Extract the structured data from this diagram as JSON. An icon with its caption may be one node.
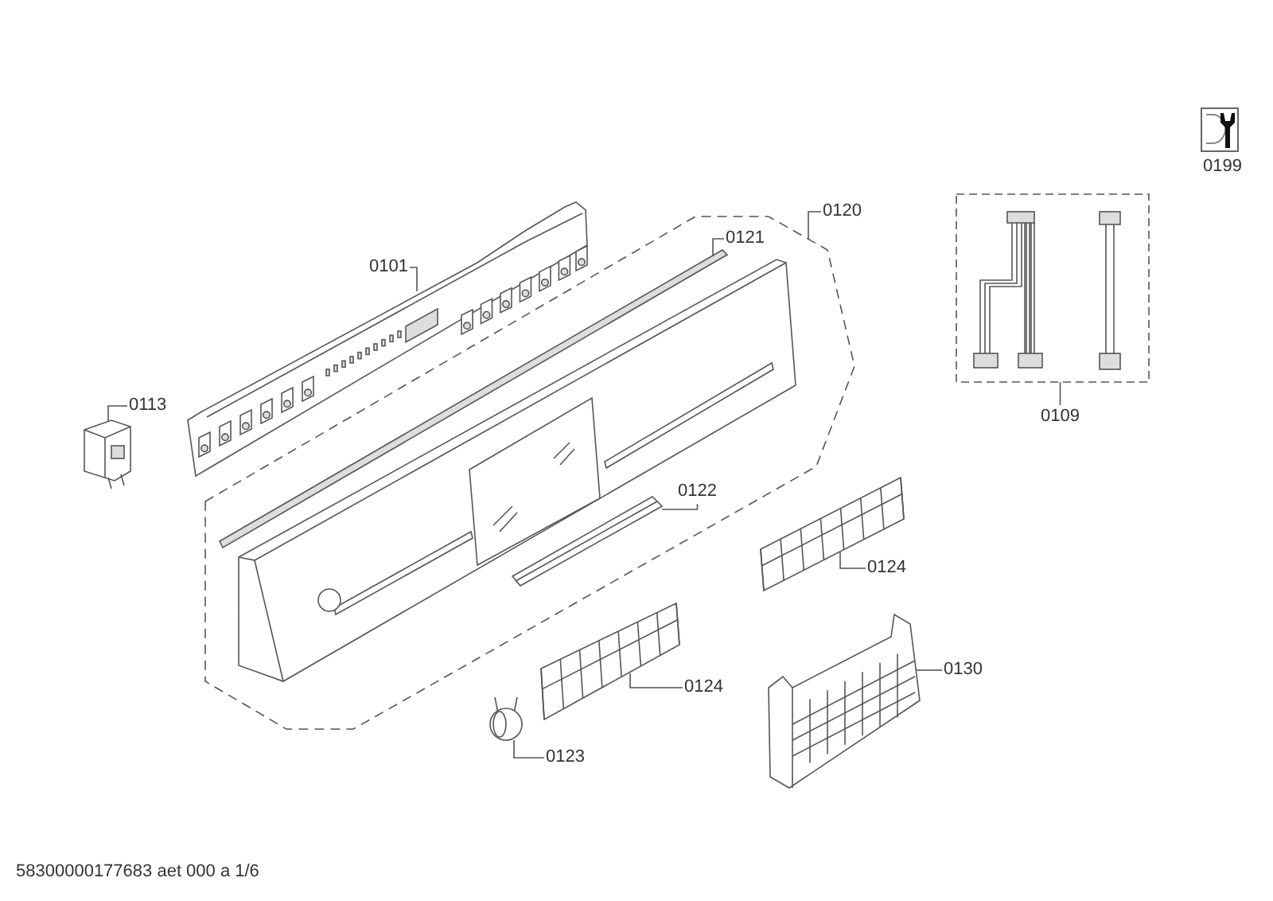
{
  "diagram": {
    "nodes": [
      {
        "text": [
          "0101"
        ]
      },
      {
        "text": [],
        "shape": "picture"
      },
      {
        "text": [
          "0121"
        ],
        "in": 4
      },
      {
        "text": [
          "0120"
        ]
      },
      {
        "text": [],
        "shape": "box"
      },
      {
        "text": [],
        "shape": "picture",
        "in": 4
      },
      {
        "text": [
          "0113"
        ]
      },
      {
        "text": [],
        "shape": "picture"
      },
      {
        "text": [
          "0122"
        ],
        "in": 4
      },
      {
        "text": [],
        "shape": "picture",
        "in": 4
      },
      {
        "text": [
          "0124"
        ]
      },
      {
        "text": [],
        "shape": "picture"
      },
      {
        "text": [
          "0130"
        ]
      },
      {
        "text": [],
        "shape": "picture"
      },
      {
        "text": [
          "0124"
        ]
      },
      {
        "text": [],
        "shape": "picture"
      },
      {
        "text": [
          "0123"
        ]
      },
      {
        "text": [],
        "shape": "picture"
      },
      {
        "text": [
          "0109"
        ]
      },
      {
        "text": [],
        "shape": "box"
      }
    ],
    "edges": [
      {
        "from": 0,
        "to": 1,
        "arrow": "none"
      },
      {
        "from": 2,
        "to": 5,
        "arrow": "none"
      },
      {
        "from": 3,
        "to": 4,
        "arrow": "none"
      },
      {
        "from": 6,
        "to": 7,
        "arrow": "none"
      },
      {
        "from": 8,
        "to": 9,
        "arrow": "none"
      },
      {
        "from": 10,
        "to": 11,
        "arrow": "none"
      },
      {
        "from": 12,
        "to": 13,
        "arrow": "none"
      },
      {
        "from": 14,
        "to": 15,
        "arrow": "none"
      },
      {
        "from": 16,
        "to": 17,
        "arrow": "none"
      },
      {
        "from": 18,
        "to": 19,
        "arrow": "none"
      }
    ],
    "labels": [
      "0199",
      "58300000177683 aet 000 a 1/6"
    ]
  }
}
